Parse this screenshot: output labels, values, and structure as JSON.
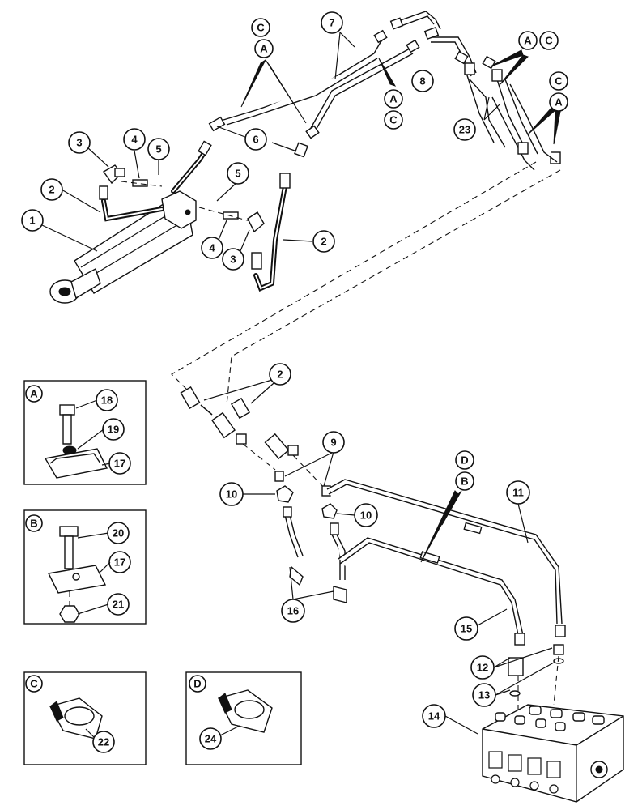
{
  "callouts": {
    "c1": "1",
    "c2a": "2",
    "c2b": "2",
    "c2c": "2",
    "c3a": "3",
    "c3b": "3",
    "c4a": "4",
    "c4b": "4",
    "c5a": "5",
    "c5b": "5",
    "c6": "6",
    "c7": "7",
    "c8": "8",
    "c9": "9",
    "c10a": "10",
    "c10b": "10",
    "c11": "11",
    "c12": "12",
    "c13": "13",
    "c14": "14",
    "c15": "15",
    "c16": "16",
    "c17a": "17",
    "c17b": "17",
    "c18": "18",
    "c19": "19",
    "c20": "20",
    "c21": "21",
    "c22": "22",
    "c23": "23",
    "c24": "24"
  },
  "letters": {
    "topC1": "C",
    "topA1": "A",
    "midA": "A",
    "midC": "C",
    "rightA1": "A",
    "rightC1": "C",
    "rightC2": "C",
    "rightA2": "A",
    "lowD": "D",
    "lowB": "B"
  },
  "detail_boxes": {
    "A": "A",
    "B": "B",
    "C": "C",
    "D": "D"
  }
}
